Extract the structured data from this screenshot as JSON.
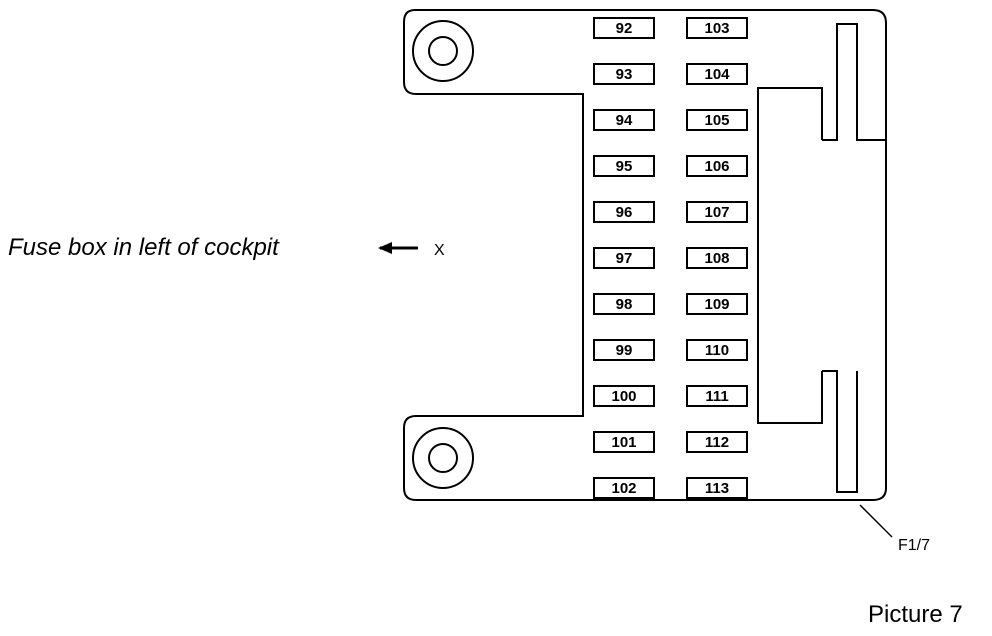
{
  "caption": "Fuse box in left of cockpit",
  "arrow_label": "X",
  "reference_label": "F1/7",
  "picture_label": "Picture 7",
  "fuses": {
    "left_column": [
      "92",
      "93",
      "94",
      "95",
      "96",
      "97",
      "98",
      "99",
      "100",
      "101",
      "102"
    ],
    "right_column": [
      "103",
      "104",
      "105",
      "106",
      "107",
      "108",
      "109",
      "110",
      "111",
      "112",
      "113"
    ]
  }
}
